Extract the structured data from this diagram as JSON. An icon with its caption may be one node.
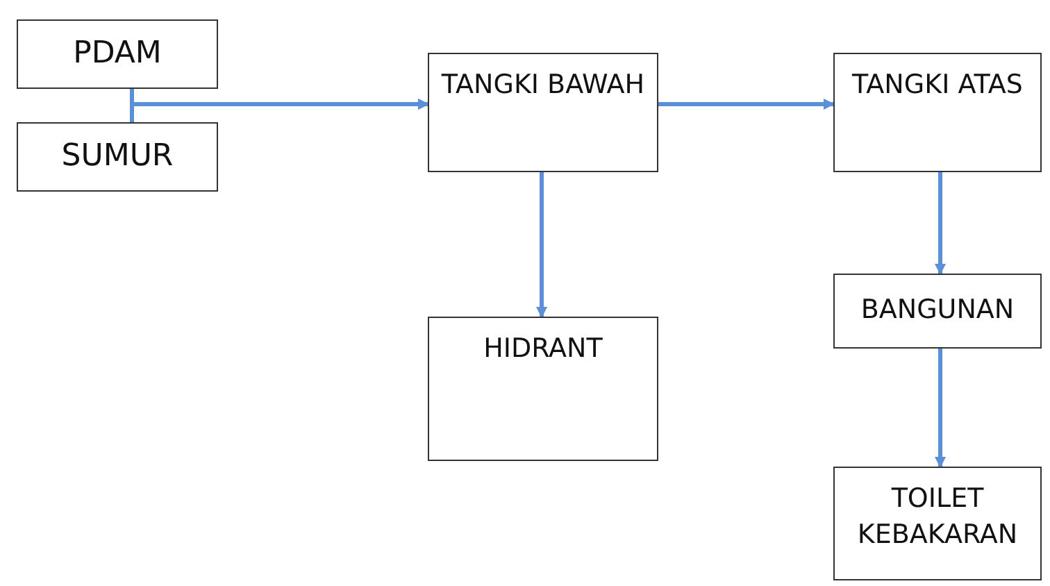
{
  "diagram": {
    "nodes": [
      {
        "text": [
          "PDAM"
        ]
      },
      {
        "text": [
          "SUMUR"
        ]
      },
      {
        "text": [
          "TANGKI BAWAH"
        ]
      },
      {
        "text": [
          "TANGKI ATAS"
        ]
      },
      {
        "text": [
          "HIDRANT"
        ]
      },
      {
        "text": [
          "BANGUNAN"
        ]
      },
      {
        "text": [
          "TOILET KEBAKARAN"
        ]
      }
    ],
    "edges": [
      {
        "from": 0,
        "to": 2,
        "arrow": "to"
      },
      {
        "from": 1,
        "to": 2,
        "arrow": "to"
      },
      {
        "from": 2,
        "to": 3,
        "arrow": "to"
      },
      {
        "from": 2,
        "to": 4,
        "arrow": "to"
      },
      {
        "from": 3,
        "to": 5,
        "arrow": "to"
      },
      {
        "from": 5,
        "to": 6,
        "arrow": "to"
      }
    ]
  }
}
